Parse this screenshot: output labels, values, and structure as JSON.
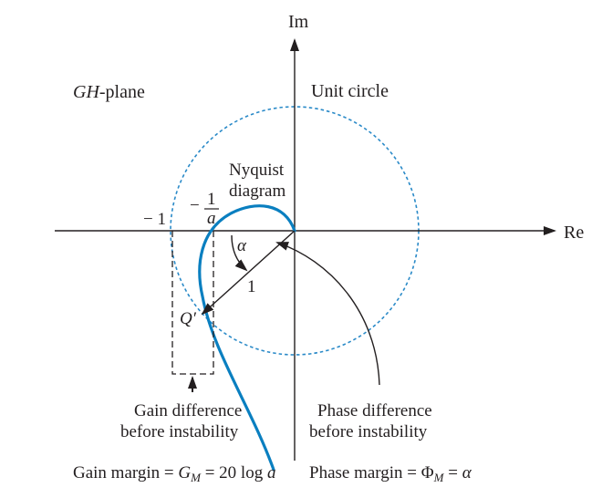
{
  "labels": {
    "im_axis": "Im",
    "re_axis": "Re",
    "plane_italic": "GH",
    "plane_rest": "-plane",
    "unit_circle": "Unit circle",
    "nyquist_line1": "Nyquist",
    "nyquist_line2": "diagram",
    "minus_one": "− 1",
    "minus_sign": "−",
    "frac_num": "1",
    "frac_den": "a",
    "alpha": "α",
    "radius_one": "1",
    "q_prime": "Q′",
    "gain_diff_line1": "Gain difference",
    "gain_diff_line2": "before instability",
    "phase_diff_line1": "Phase difference",
    "phase_diff_line2": "before instability"
  },
  "formulas": {
    "gain_margin_prefix": "Gain margin = ",
    "gain_margin_sym": "G",
    "gain_margin_sub": "M",
    "gain_margin_mid": " = 20 log ",
    "gain_margin_var": "a",
    "phase_margin_prefix": "Phase margin = ",
    "phase_margin_sym": "Φ",
    "phase_margin_sub": "M",
    "phase_margin_mid": " =  ",
    "phase_margin_var": "α"
  },
  "colors": {
    "nyquist_curve": "#0a7fc0",
    "unit_circle": "#2a8ac8",
    "ink": "#231f20"
  }
}
